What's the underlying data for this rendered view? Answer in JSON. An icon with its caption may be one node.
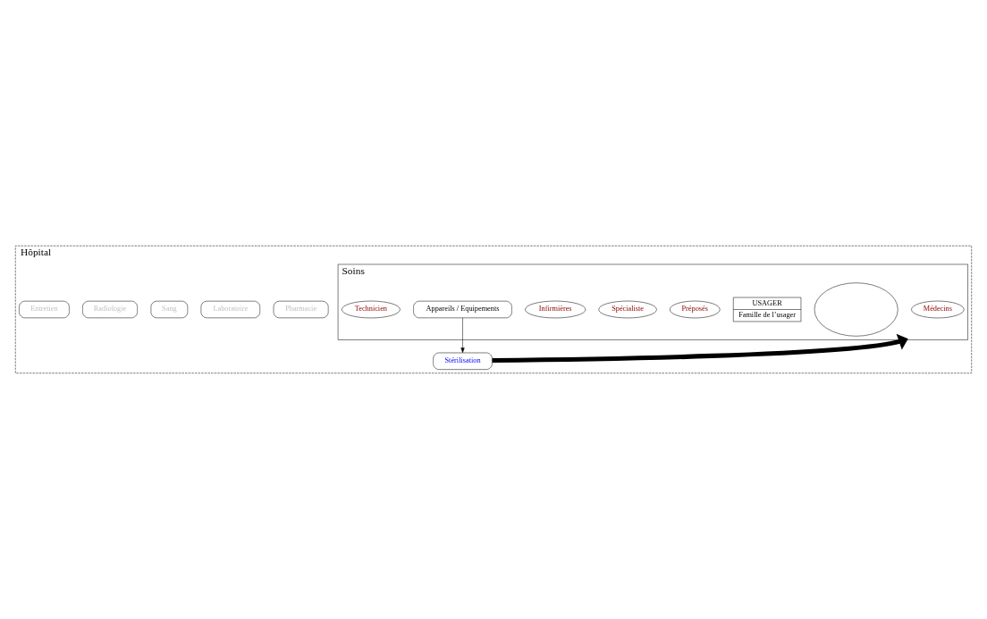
{
  "diagram": {
    "nodes": [
      {
        "text": [
          "Hôpital"
        ]
      },
      {
        "text": [
          "Pharmacie"
        ],
        "in": 0
      },
      {
        "text": [
          "Laboratoire"
        ],
        "in": 0
      },
      {
        "text": [
          "Sang"
        ],
        "in": 0
      },
      {
        "text": [
          "Soins"
        ],
        "in": 0
      },
      {
        "text": [
          "Médecins"
        ],
        "in": 4
      },
      {
        "text": [],
        "shape": "ellipse",
        "in": 4
      },
      {
        "text": [
          "USAGER",
          "Famille de l’usager"
        ],
        "in": 4
      },
      {
        "text": [
          "Préposés"
        ],
        "in": 4
      },
      {
        "text": [
          "Spécialiste"
        ],
        "in": 4
      },
      {
        "text": [
          "Infirmières"
        ],
        "in": 4
      },
      {
        "text": [
          "Appareils / Equipements"
        ],
        "in": 4
      },
      {
        "text": [
          "Technicien"
        ],
        "in": 4
      },
      {
        "text": [
          "Radiologie"
        ],
        "in": 0
      },
      {
        "text": [
          "Entretien"
        ],
        "in": 0
      },
      {
        "text": [
          "Stérilisation"
        ],
        "in": 0
      }
    ],
    "edges": [
      {
        "from": 11,
        "to": 15,
        "arrow": "to"
      },
      {
        "from": 15,
        "to": 4,
        "arrow": "to",
        "style": "thick"
      }
    ]
  }
}
